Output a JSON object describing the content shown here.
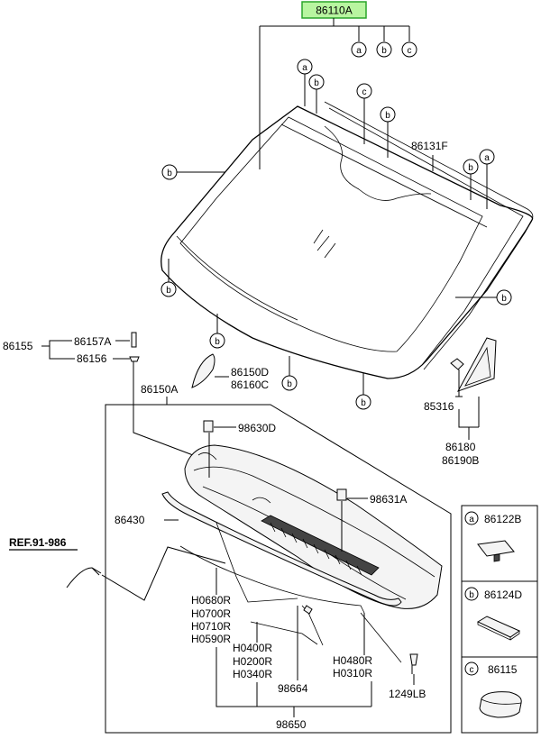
{
  "colors": {
    "highlight_fill": "#b8f5a0",
    "highlight_stroke": "#2aa52a",
    "line": "#000000"
  },
  "main_part": "86110A",
  "callouts": {
    "a": "a",
    "b": "b",
    "c": "c"
  },
  "labels": {
    "p86131F": "86131F",
    "p86155": "86155",
    "p86157A": "86157A",
    "p86156": "86156",
    "p86150A": "86150A",
    "p86150D": "86150D",
    "p86160C": "86160C",
    "p98630D": "98630D",
    "p85316": "85316",
    "p86180": "86180",
    "p86190B": "86190B",
    "p98631A": "98631A",
    "p86430": "86430",
    "ref": "REF.91-986",
    "h1": "H0680R",
    "h2": "H0700R",
    "h3": "H0710R",
    "h4": "H0590R",
    "m1": "H0400R",
    "m2": "H0200R",
    "m3": "H0340R",
    "r1": "H0480R",
    "r2": "H0310R",
    "p98664": "98664",
    "p1249LB": "1249LB",
    "p98650": "98650"
  },
  "legend": [
    {
      "letter": "a",
      "part": "86122B",
      "icon": "clip-block-icon"
    },
    {
      "letter": "b",
      "part": "86124D",
      "icon": "spacer-pad-icon"
    },
    {
      "letter": "c",
      "part": "86115",
      "icon": "rubber-dam-icon"
    }
  ]
}
